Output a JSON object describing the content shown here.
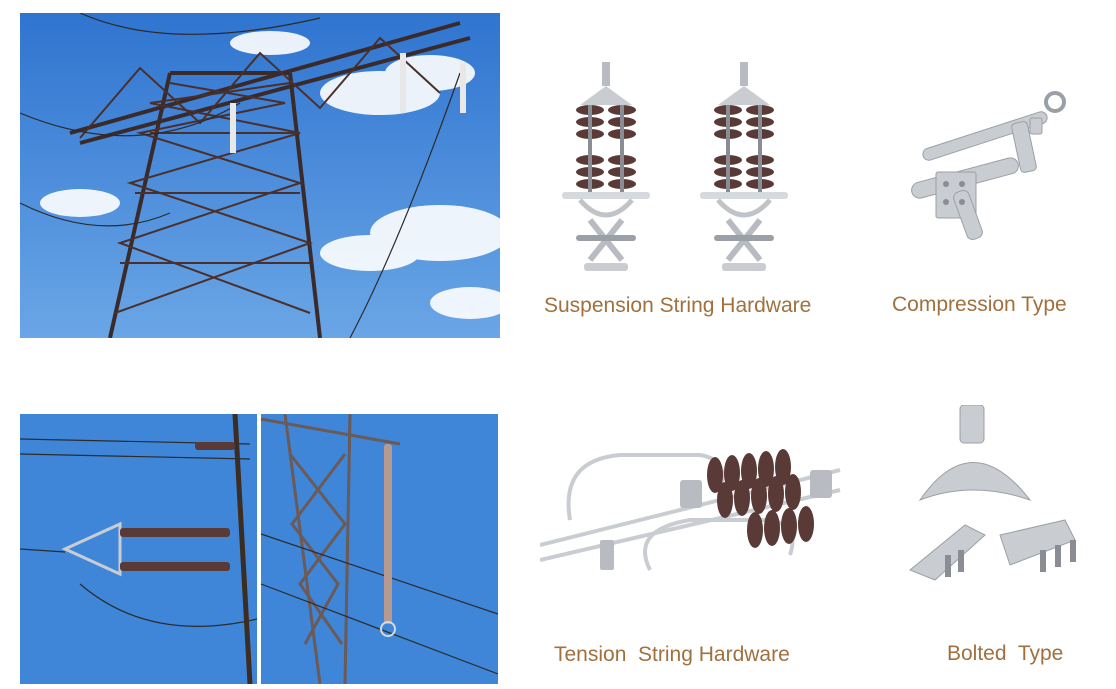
{
  "products": [
    {
      "caption": "Suspension String Hardware",
      "image": "suspension-string-hardware-photo"
    },
    {
      "caption": "Compression Type",
      "image": "compression-type-clamp-photo"
    },
    {
      "caption": "Tension  String Hardware",
      "image": "tension-string-hardware-photo"
    },
    {
      "caption": "Bolted  Type",
      "image": "bolted-type-clamp-photo"
    }
  ],
  "photos": [
    {
      "name": "transmission-tower-photo"
    },
    {
      "name": "insulator-strings-on-tower-photo"
    }
  ],
  "colors": {
    "caption": "#a0703e",
    "sky": "#3f86d8",
    "steel": "#c9cdd2",
    "porcelain": "#5a3a36"
  }
}
